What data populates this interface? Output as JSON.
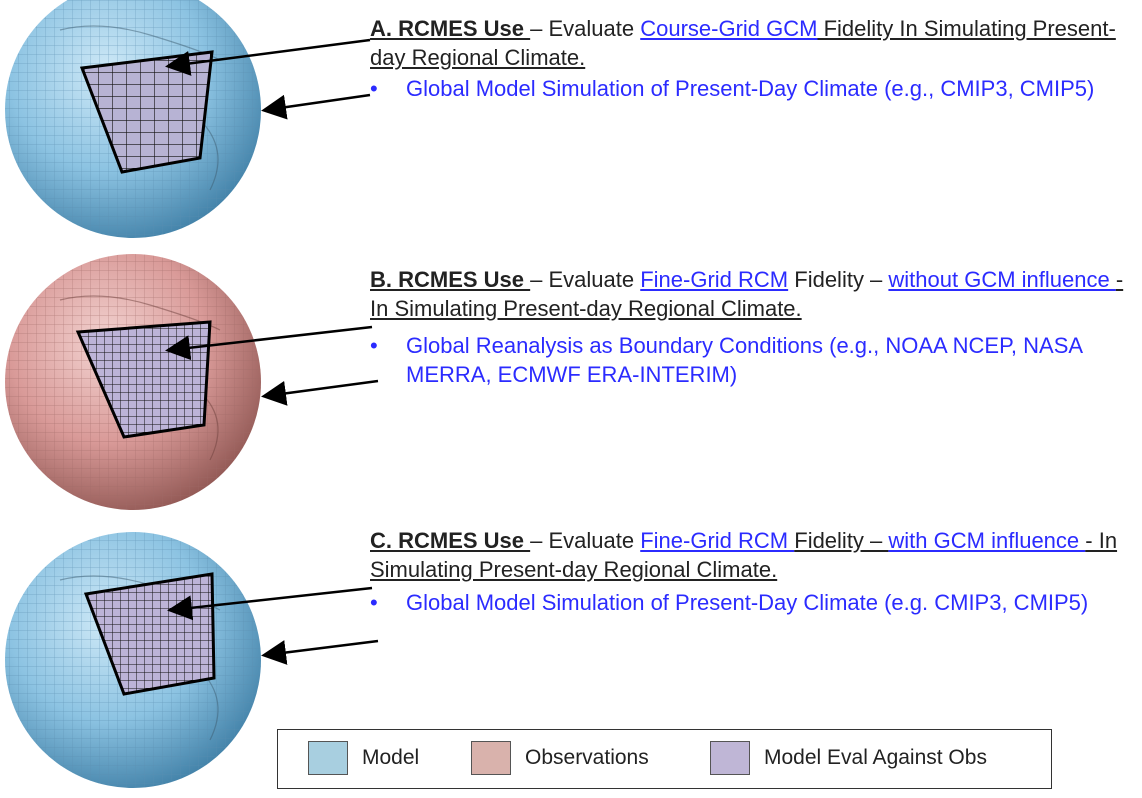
{
  "panels": [
    {
      "label": "A. RCMES Use ",
      "dash": " – Evaluate ",
      "link1": "Course-Grid GCM",
      "after1": " Fidelity In Simulating Present-day Regional Climate.",
      "link2": "",
      "after2": "",
      "bullet": "Global Model Simulation of Present-Day Climate (e.g., CMIP3, CMIP5)"
    },
    {
      "label": "B. RCMES Use ",
      "dash": " – Evaluate ",
      "link1": "Fine-Grid RCM",
      "after1": " Fidelity – ",
      "link2": "without GCM influence ",
      "after2": "- In Simulating Present-day Regional Climate.",
      "bullet": "Global Reanalysis as Boundary Conditions (e.g., NOAA NCEP, NASA MERRA, ECMWF ERA-INTERIM)"
    },
    {
      "label": "C. RCMES Use ",
      "dash": " – Evaluate ",
      "link1": "Fine-Grid RCM ",
      "after1": "Fidelity – ",
      "link2": "with GCM influence ",
      "after2": "-  In Simulating Present-day Regional  Climate.",
      "bullet": "Global Model Simulation of Present-Day Climate (e.g. CMIP3, CMIP5)"
    }
  ],
  "bullet_symbol": "•",
  "legend": [
    {
      "label": "Model",
      "color": "#a8cfe0"
    },
    {
      "label": "Observations",
      "color": "#d9b2ac"
    },
    {
      "label": "Model Eval Against Obs",
      "color": "#bfb6d6"
    }
  ],
  "colors": {
    "model_globe": "#8cc3e2",
    "obs_globe": "#d99a98",
    "link_blue": "#2b2bff"
  }
}
